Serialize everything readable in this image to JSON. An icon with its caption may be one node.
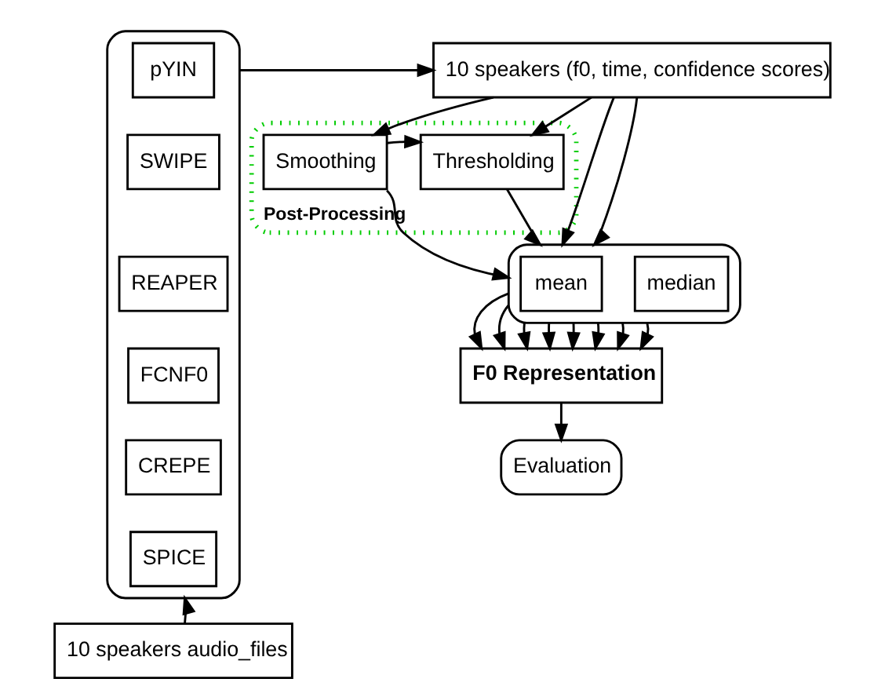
{
  "diagram": {
    "nodes": [
      {
        "text": [],
        "shape": "box"
      },
      {
        "text": [
          "pYIN"
        ],
        "in": 0
      },
      {
        "text": [
          "SWIPE"
        ],
        "in": 0
      },
      {
        "text": [
          "REAPER"
        ],
        "in": 0
      },
      {
        "text": [
          "FCNF0"
        ],
        "in": 0
      },
      {
        "text": [
          "CREPE"
        ],
        "in": 0
      },
      {
        "text": [
          "SPICE"
        ],
        "in": 0
      },
      {
        "text": [
          "10 speakers (f0, time, confidence scores)"
        ]
      },
      {
        "text": [
          "Post-Processing"
        ]
      },
      {
        "text": [
          "Smoothing"
        ],
        "in": 8
      },
      {
        "text": [
          "Thresholding"
        ],
        "in": 8
      },
      {
        "text": [],
        "shape": "box"
      },
      {
        "text": [
          "mean"
        ],
        "in": 11
      },
      {
        "text": [
          "median"
        ],
        "in": 11
      },
      {
        "text": [
          "F0 Representation"
        ]
      },
      {
        "text": [
          "Evaluation"
        ]
      },
      {
        "text": [
          "10 speakers audio_files"
        ]
      }
    ],
    "edges": [
      {
        "from": 16,
        "to": 0,
        "arrow": "to"
      },
      {
        "from": 0,
        "to": 7,
        "arrow": "to"
      },
      {
        "from": 7,
        "to": 9,
        "arrow": "to"
      },
      {
        "from": 7,
        "to": 10,
        "arrow": "to"
      },
      {
        "from": 7,
        "to": 11,
        "arrow": "to"
      },
      {
        "from": 7,
        "to": 11,
        "arrow": "to"
      },
      {
        "from": 9,
        "to": 10,
        "arrow": "to"
      },
      {
        "from": 9,
        "to": 11,
        "arrow": "to"
      },
      {
        "from": 10,
        "to": 11,
        "arrow": "to"
      },
      {
        "from": 11,
        "to": 14,
        "arrow": "to"
      },
      {
        "from": 11,
        "to": 14,
        "arrow": "to"
      },
      {
        "from": 11,
        "to": 14,
        "arrow": "to"
      },
      {
        "from": 11,
        "to": 14,
        "arrow": "to"
      },
      {
        "from": 11,
        "to": 14,
        "arrow": "to"
      },
      {
        "from": 11,
        "to": 14,
        "arrow": "to"
      },
      {
        "from": 11,
        "to": 14,
        "arrow": "to"
      },
      {
        "from": 11,
        "to": 14,
        "arrow": "to"
      },
      {
        "from": 14,
        "to": 15,
        "arrow": "to"
      }
    ]
  }
}
